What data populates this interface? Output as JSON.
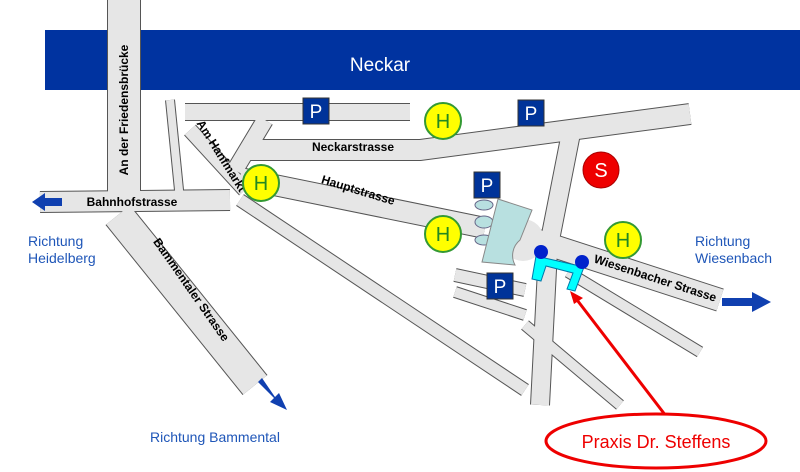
{
  "river": {
    "label": "Neckar"
  },
  "streets": {
    "friedensbruecke": "An der Friedensbrücke",
    "bahnhofstrasse": "Bahnhofstrasse",
    "bammentaler": "Bammentaler Strasse",
    "neckarstrasse": "Neckarstrasse",
    "hauptstrasse": "Hauptstrasse",
    "hanfmarkt": "Am Hanfmarkt",
    "wiesenbacher": "Wiesenbacher Strasse"
  },
  "markers": {
    "parking": "P",
    "bus_stop": "H",
    "train": "S"
  },
  "directions": {
    "heidelberg": [
      "Richtung",
      "Heidelberg"
    ],
    "bammental": "Richtung Bammental",
    "wiesenbach": [
      "Richtung",
      "Wiesenbach"
    ]
  },
  "destination": {
    "label": "Praxis Dr. Steffens"
  },
  "colors": {
    "river": "#0033a0",
    "road": "#e6e6e6",
    "bus": "#ffff00",
    "train": "#ee0000",
    "praxis": "#00ffff",
    "highlight": "#ee0000",
    "direction": "#1f56b8"
  }
}
